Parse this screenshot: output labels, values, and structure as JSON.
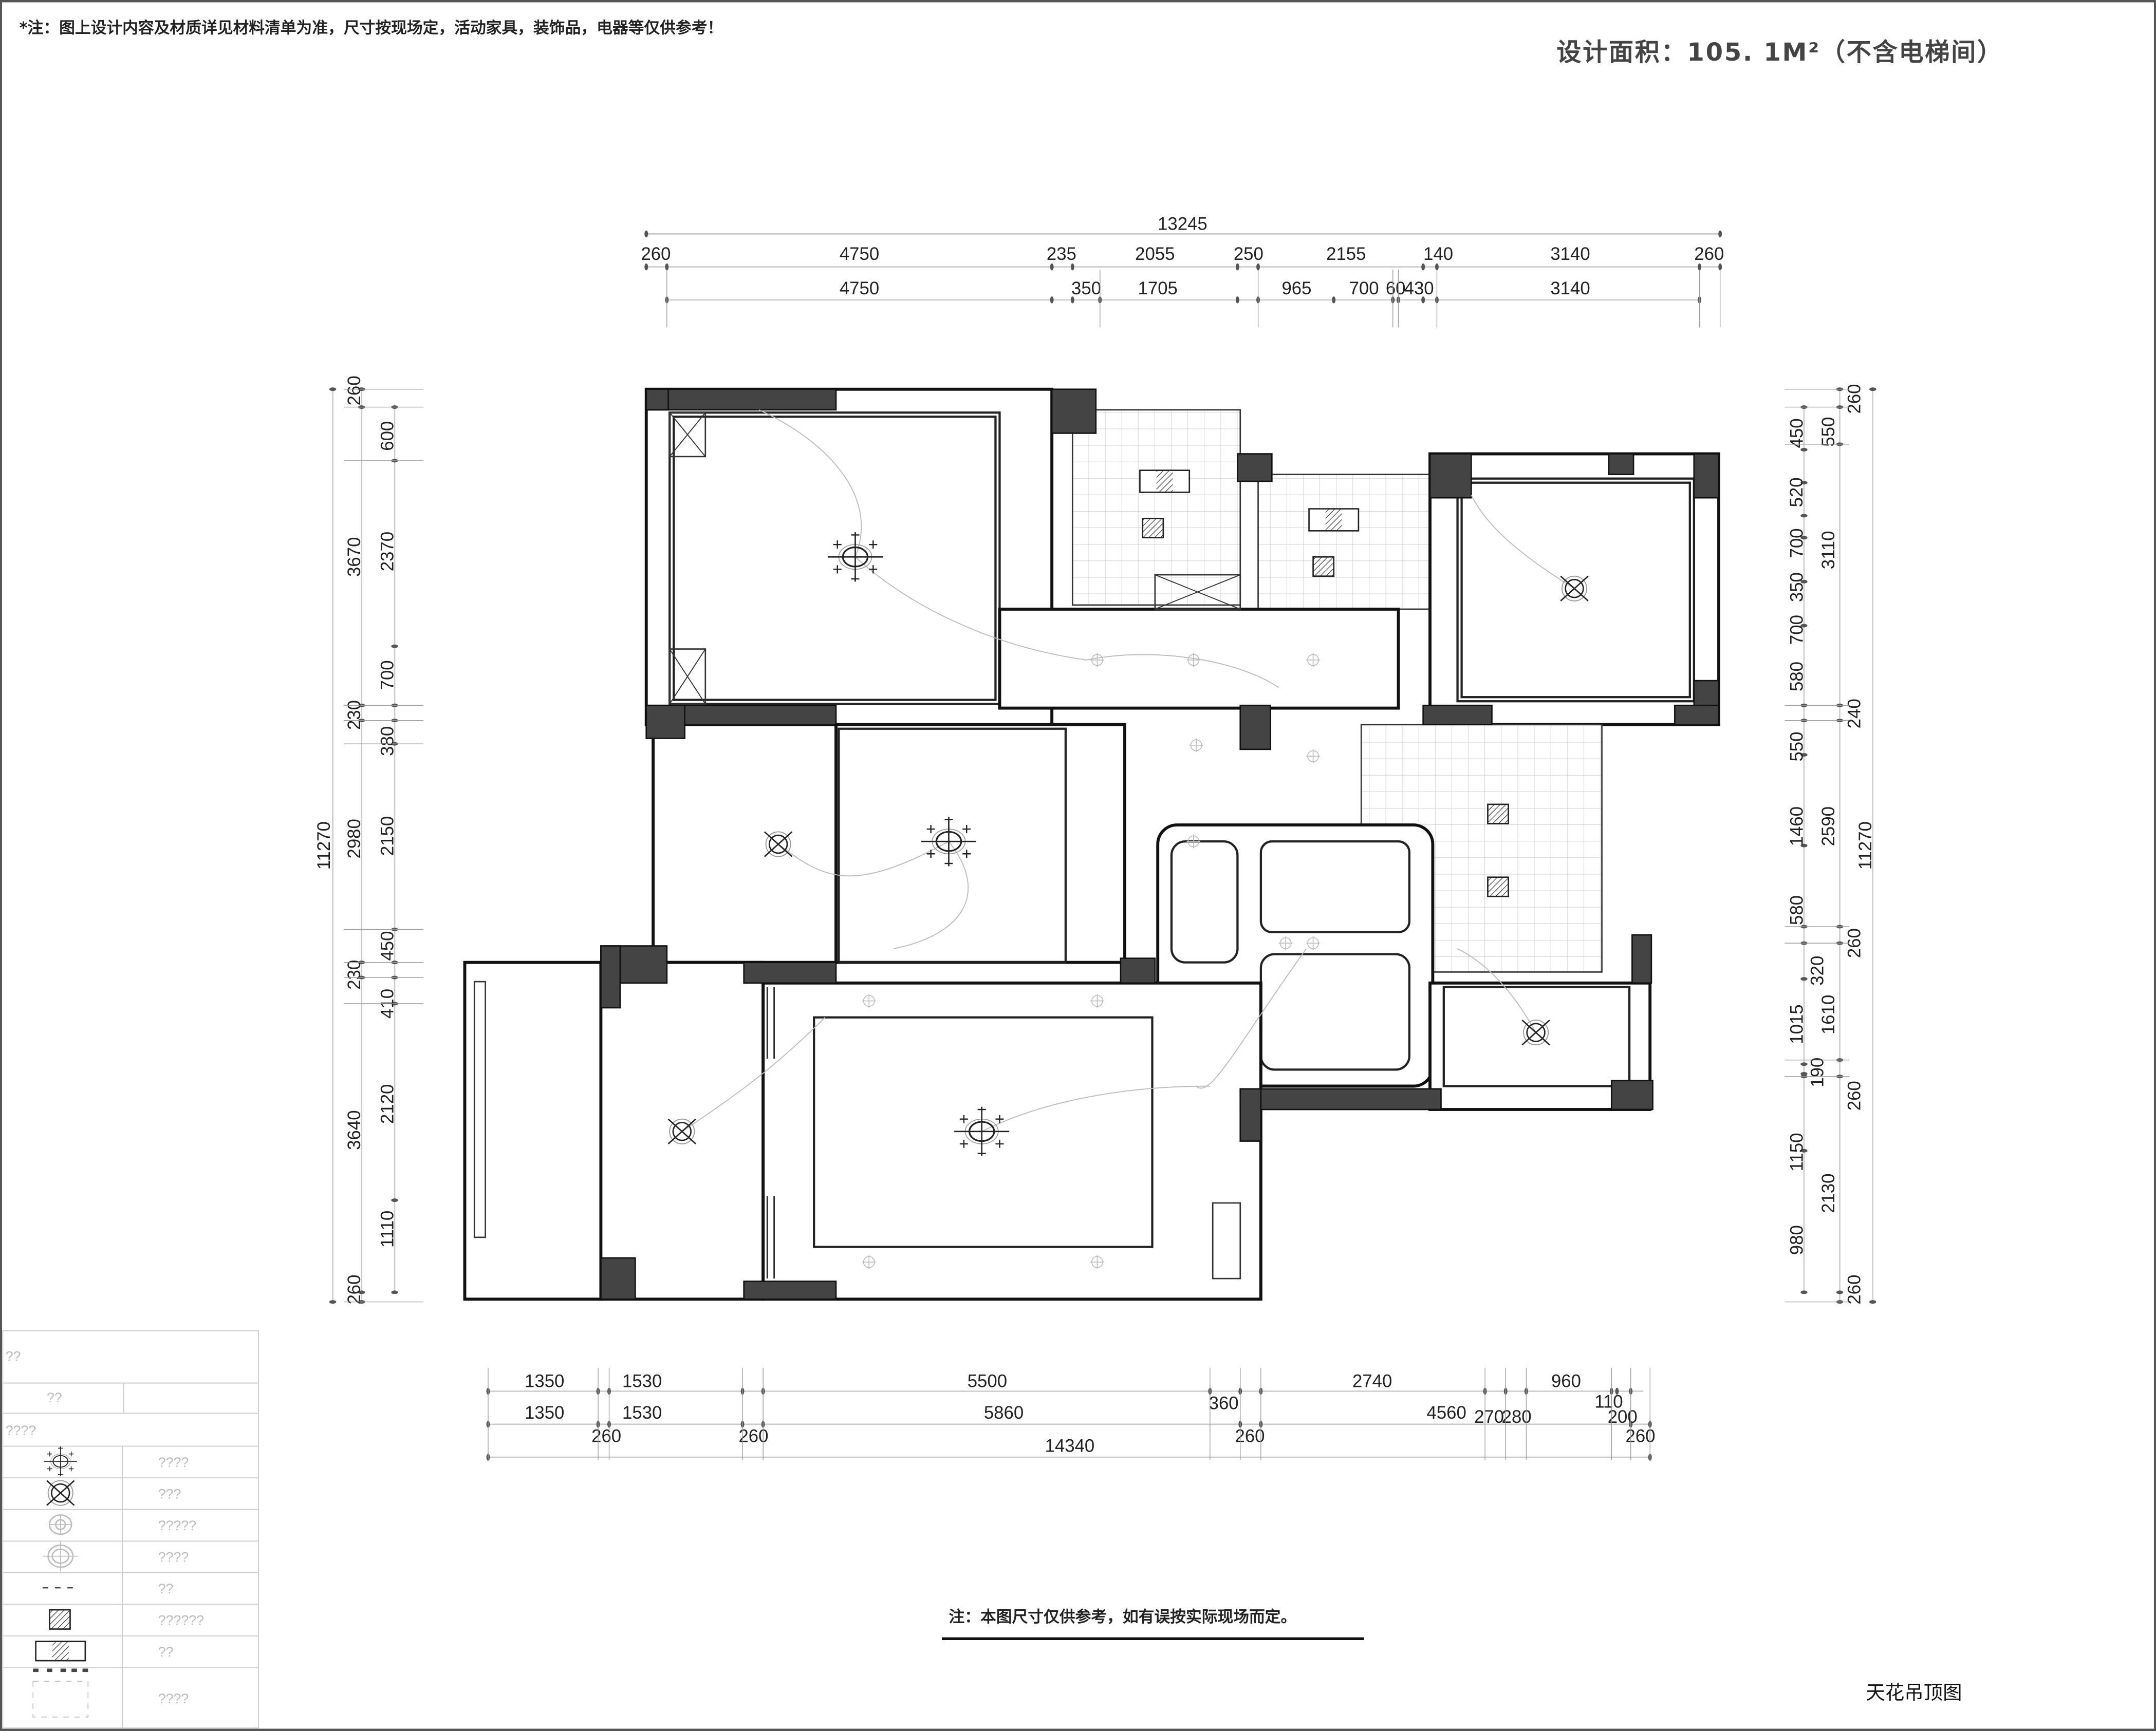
{
  "header": {
    "note": "*注：图上设计内容及材质详见材料清单为准，尺寸按现场定，活动家具，装饰品，电器等仅供参考！",
    "area_label": "设计面积：105. 1M²（不含电梯间）"
  },
  "dimensions": {
    "top_total": "13245",
    "top_row1": [
      "260",
      "4750",
      "235",
      "2055",
      "250",
      "2155",
      "140",
      "3140",
      "260"
    ],
    "top_row2": [
      "4750",
      "350",
      "1705",
      "965",
      "700",
      "60",
      "430",
      "3140"
    ],
    "bottom_row1": [
      "1350",
      "1530",
      "5500",
      "2740",
      "960",
      "360",
      "110"
    ],
    "bottom_row2": [
      "1350",
      "1530",
      "5860",
      "4560",
      "270",
      "280",
      "200"
    ],
    "bottom_row3": [
      "260",
      "260",
      "260",
      "260"
    ],
    "bottom_total": "14340",
    "left_total": "11270",
    "left_col1": [
      "260",
      "3670",
      "230",
      "2980",
      "230",
      "3640",
      "260"
    ],
    "left_col2": [
      "600",
      "2370",
      "700",
      "380",
      "2150",
      "450",
      "410",
      "2120",
      "1110"
    ],
    "right_col1": [
      "450",
      "520",
      "700",
      "350",
      "700",
      "580",
      "550",
      "1460",
      "580",
      "1015",
      "1150",
      "980"
    ],
    "right_col2": [
      "550",
      "3110",
      "2590",
      "320",
      "1610",
      "190",
      "2130"
    ],
    "right_col3": [
      "260",
      "240",
      "260",
      "260",
      "260"
    ],
    "right_total": "11270"
  },
  "legend": {
    "title": "??",
    "col_header": "??",
    "subtitle": "????",
    "rows": [
      {
        "icon": "chandelier-icon",
        "label": "????"
      },
      {
        "icon": "ceiling-lamp-x-icon",
        "label": "???"
      },
      {
        "icon": "downlight-icon",
        "label": "?????"
      },
      {
        "icon": "spotlight-icon",
        "label": "????"
      },
      {
        "icon": "dashed-line-icon",
        "label": "??"
      },
      {
        "icon": "exhaust-fan-icon",
        "label": "??????"
      },
      {
        "icon": "bath-heater-icon",
        "label": "??"
      },
      {
        "icon": "curtain-box-icon",
        "label": "????"
      }
    ]
  },
  "footer": {
    "note": "注：本图尺寸仅供参考，如有误按实际现场而定。",
    "drawing_title": "天花吊顶图"
  }
}
